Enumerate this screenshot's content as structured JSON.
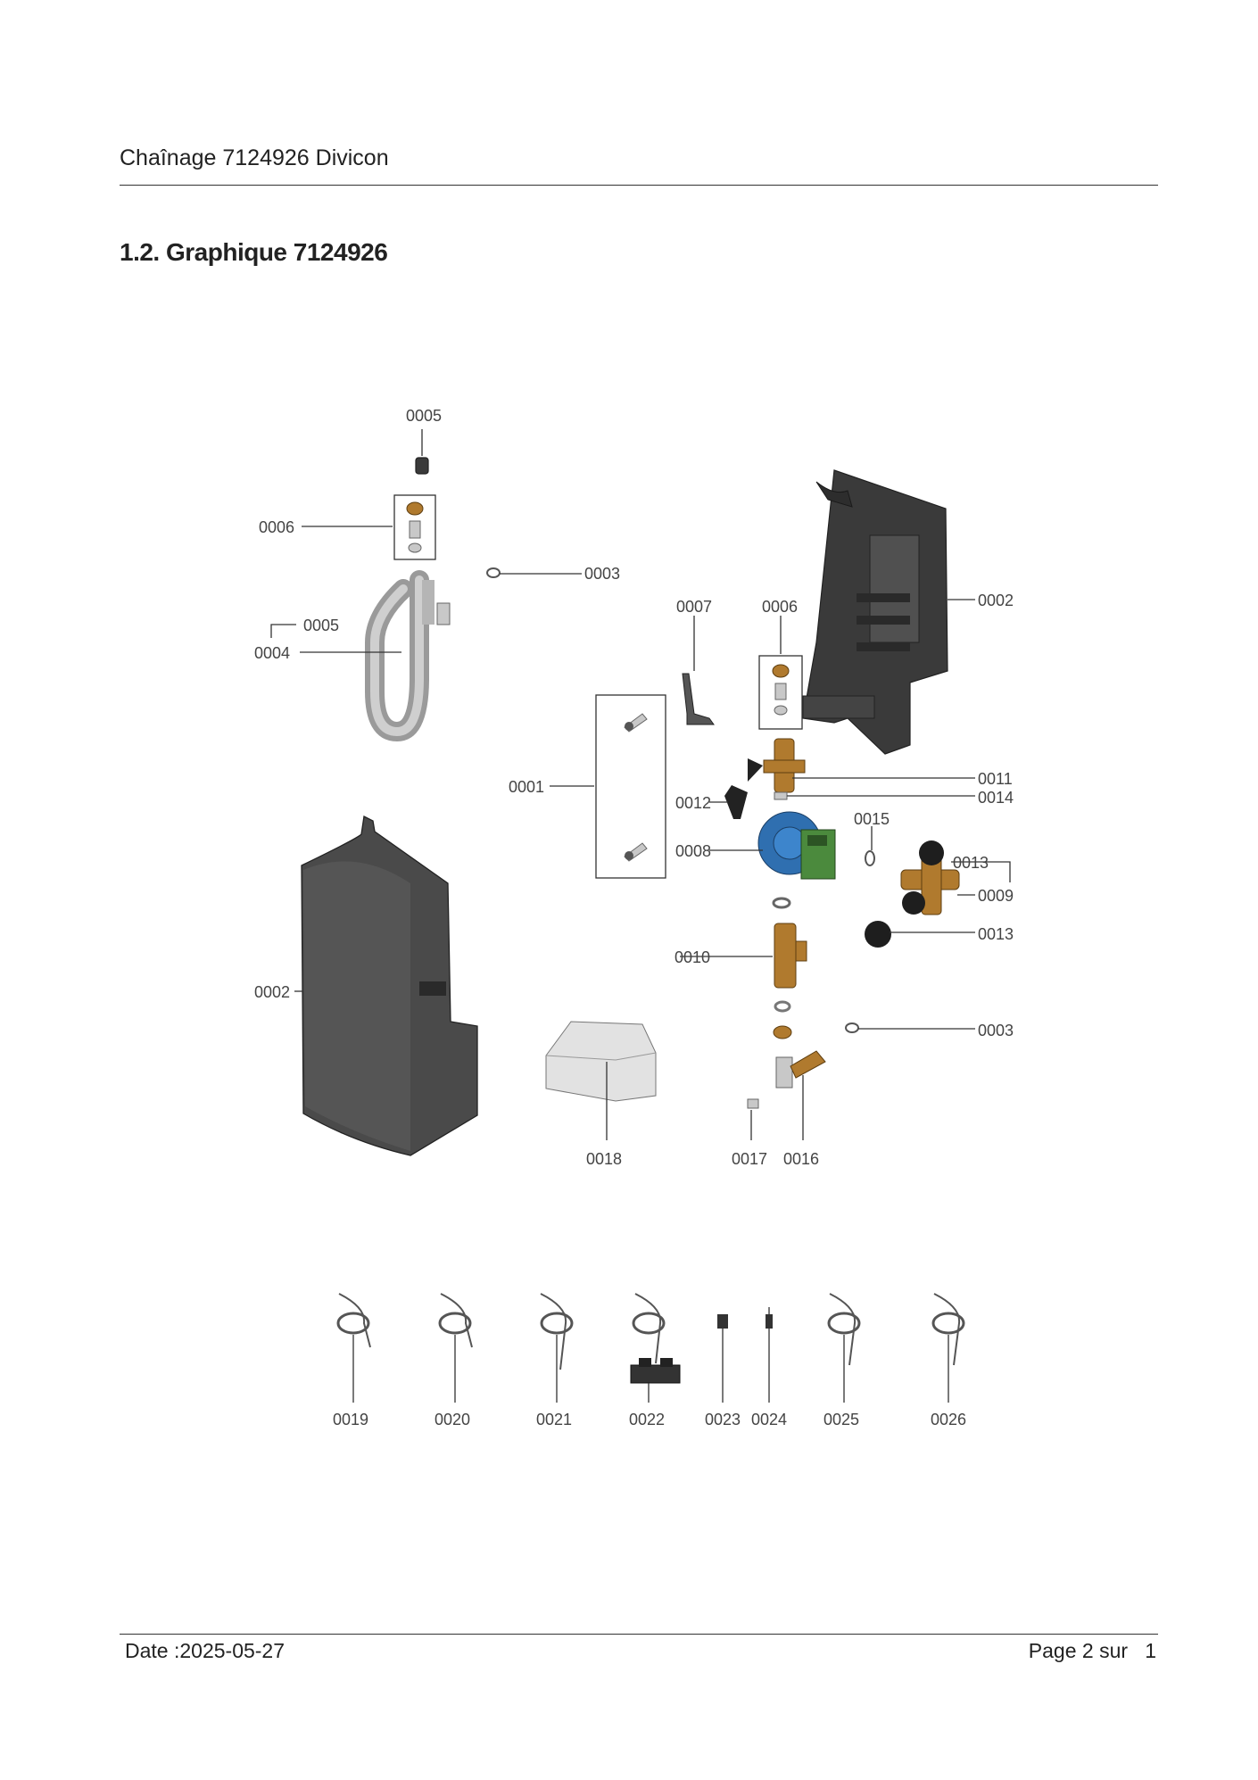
{
  "header": {
    "title": "Chaînage 7124926 Divicon"
  },
  "section": {
    "title": "1.2. Graphique 7124926"
  },
  "diagram": {
    "labels": {
      "l0005a": "0005",
      "l0006a": "0006",
      "l0003a": "0003",
      "l0005b": "0005",
      "l0004": "0004",
      "l0007": "0007",
      "l0006b": "0006",
      "l0002a": "0002",
      "l0001": "0001",
      "l0011": "0011",
      "l0014": "0014",
      "l0012": "0012",
      "l0015": "0015",
      "l0008": "0008",
      "l0013a": "0013",
      "l0009": "0009",
      "l0013b": "0013",
      "l0010": "0010",
      "l0002b": "0002",
      "l0003b": "0003",
      "l0018": "0018",
      "l0017": "0017",
      "l0016": "0016",
      "l0019": "0019",
      "l0020": "0020",
      "l0021": "0021",
      "l0022": "0022",
      "l0023": "0023",
      "l0024": "0024",
      "l0025": "0025",
      "l0026": "0026"
    }
  },
  "footer": {
    "date": "Date :2025-05-27",
    "page_prefix": "Page 2 sur",
    "page_total": "1"
  }
}
